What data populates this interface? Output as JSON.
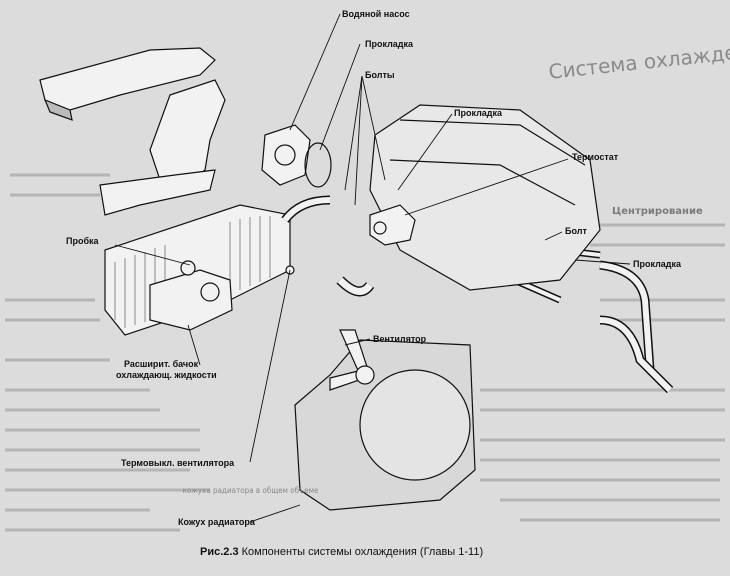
{
  "labels": {
    "water_pump": "Водяной насос",
    "gasket_1": "Прокладка",
    "bolts": "Болты",
    "gasket_2": "Прокладка",
    "thermostat": "Термостат",
    "plug": "Пробка",
    "bolt": "Болт",
    "gasket_3": "Прокладка",
    "fan": "Вентилятор",
    "expansion_tank_line1": "Расширит. бачок",
    "expansion_tank_line2": "охлаждающ. жидкости",
    "fan_switch": "Термовыкл. вентилятора",
    "radiator_shroud": "Кожух радиатора"
  },
  "caption": {
    "prefix": "Рис.",
    "number": "2.3",
    "text": " Компоненты системы охлаждения  (Главы 1-11)"
  },
  "ghost_text": {
    "top_right_heading": "Система охлаждения",
    "right_heading": "Центрирование",
    "left_bottom_line": "кожуха радиатора в общем объеме"
  }
}
